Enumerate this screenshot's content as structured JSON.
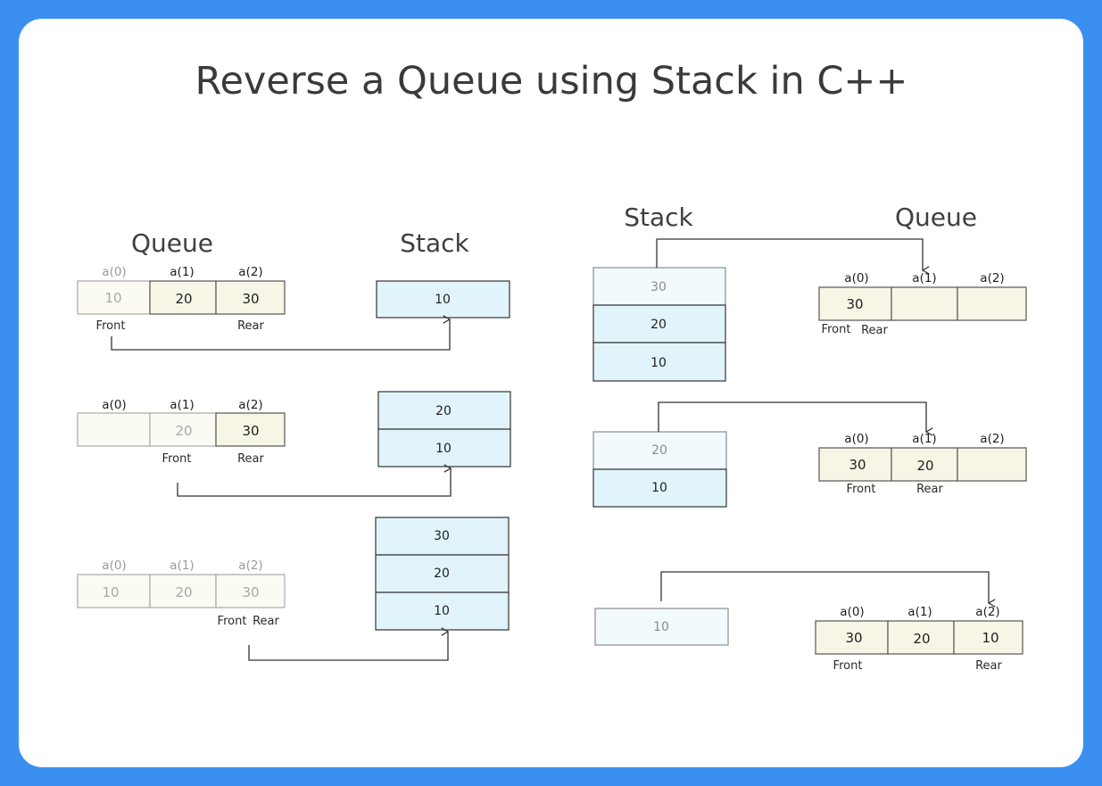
{
  "title": "Reverse a Queue using Stack in C++",
  "headers": {
    "queue": "Queue",
    "stack": "Stack"
  },
  "index_labels": {
    "i0": "a(0)",
    "i1": "a(1)",
    "i2": "a(2)"
  },
  "pointer_labels": {
    "front": "Front",
    "rear": "Rear"
  },
  "values": {
    "v10": "10",
    "v20": "20",
    "v30": "30"
  },
  "colors": {
    "border": "#3a8ff0",
    "queue_cell": "#f7f6e6",
    "stack_cell": "#e1f4fb",
    "faded_text": "#a8a8a8"
  }
}
